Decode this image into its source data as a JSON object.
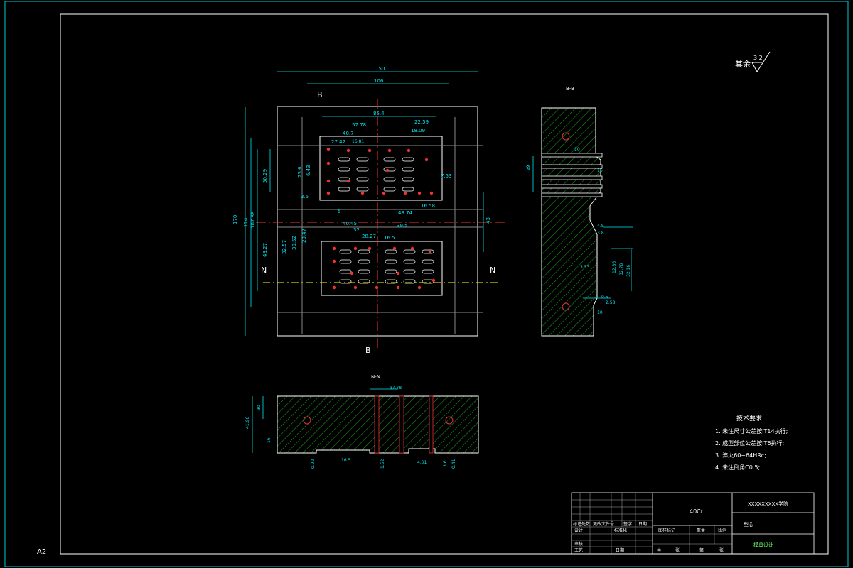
{
  "sheet": {
    "size_code": "A2"
  },
  "surface_finish": {
    "prefix": "其余",
    "value": "3.2"
  },
  "sections": {
    "bb": "B-B",
    "nn": "N-N",
    "cut_b_top": "B",
    "cut_b_bottom": "B",
    "cut_n_left": "N",
    "cut_n_right": "N"
  },
  "main_view": {
    "top_dims": [
      "150",
      "106",
      "85.4",
      "57.78",
      "22.59",
      "40.7",
      "18.09",
      "27.42",
      "16.81"
    ],
    "left_dims": [
      "170",
      "124",
      "107.88",
      "50.29",
      "48.27",
      "23.6",
      "6.43",
      "3.5",
      "32.57",
      "30.52",
      "20.47"
    ],
    "inner_dims": [
      "40.45",
      "32",
      "28.27",
      "16.5",
      "39.5",
      "7.53",
      "16.58",
      "48.74",
      "5",
      "43"
    ]
  },
  "side_view": {
    "dims": [
      "10",
      "16",
      "ø9",
      "4.8",
      "3.8",
      "3.53",
      "12.86",
      "32.78",
      "32.16",
      "0.5",
      "2.58",
      "10"
    ]
  },
  "bottom_view": {
    "dims": [
      "41.96",
      "30",
      "16",
      "ø7.78",
      "0.92",
      "16.5",
      "1.52",
      "4.01",
      "3.6",
      "0.41"
    ]
  },
  "tech_requirements": {
    "title": "技术要求",
    "items": [
      "1. 未注尺寸公差按IT14执行;",
      "2. 成型部位公差按IT6执行;",
      "3. 淬火60~64HRc;",
      "4. 未注倒角C0.5;"
    ]
  },
  "title_block": {
    "material": "40Cr",
    "school": "XXXXXXXXX学院",
    "part_name": "型芯",
    "drawing_no": "模具设计",
    "labels": {
      "mark": "标记",
      "count": "处数",
      "file_no": "更改文件号",
      "sign": "签字",
      "date": "日期",
      "design": "设计",
      "standard": "标准化",
      "review": "审核",
      "process": "工艺",
      "approve": "日期",
      "stage": "图样标记",
      "weight": "重量",
      "scale": "比例",
      "total": "共",
      "sheets": "张",
      "page": "第",
      "sheet": "张"
    }
  }
}
